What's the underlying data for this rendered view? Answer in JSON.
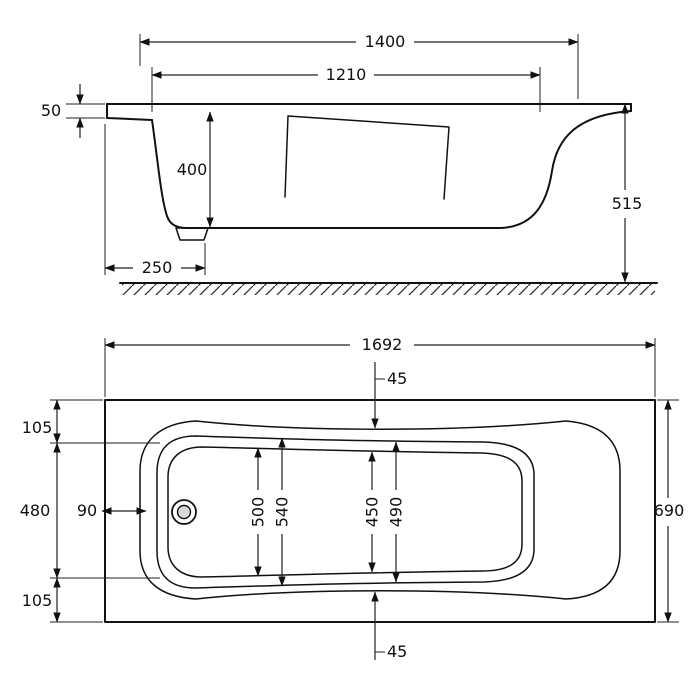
{
  "drawing": {
    "side_view": {
      "len_overall": "1400",
      "len_inner": "1210",
      "rim_height": "50",
      "inner_depth": "400",
      "overall_height": "515",
      "foot_inset": "250"
    },
    "plan_view": {
      "len_overall": "1692",
      "overall_width": "690",
      "margin_top": "105",
      "inner_width": "480",
      "margin_bottom": "105",
      "drain_offset": "90",
      "rim_offset_top": "45",
      "rim_offset_bottom": "45",
      "basin_head_inner": "500",
      "basin_head_outer": "540",
      "basin_foot_inner": "450",
      "basin_foot_outer": "490"
    }
  }
}
